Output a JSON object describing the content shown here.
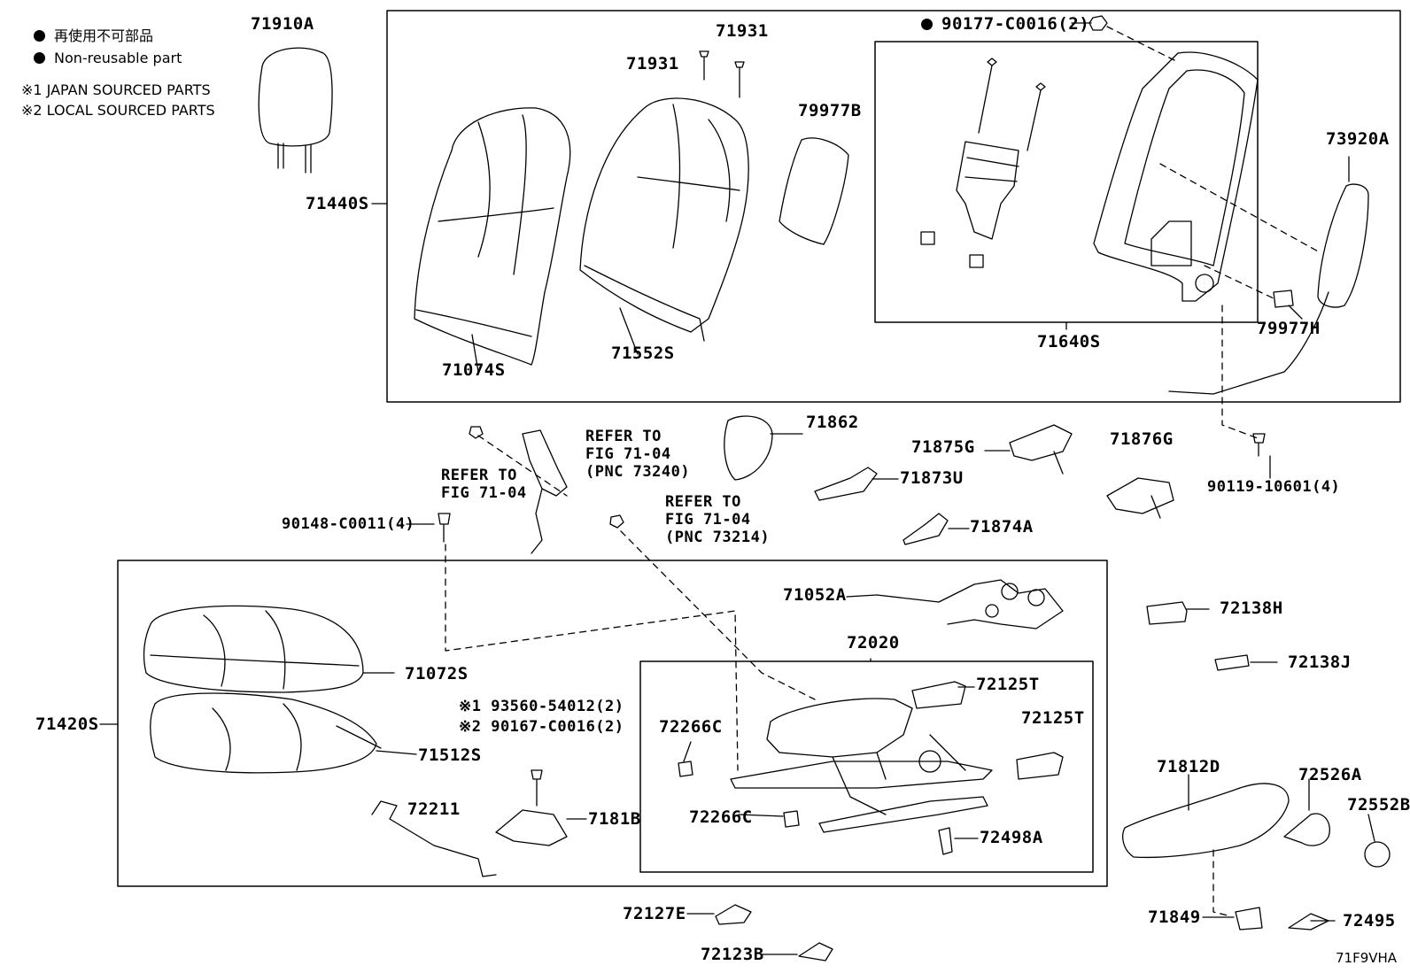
{
  "legend": {
    "jp": "再使用不可部品",
    "en": "Non-reusable part",
    "note1": "※1 JAPAN SOURCED PARTS",
    "note2": "※2 LOCAL SOURCED PARTS"
  },
  "parts": {
    "p71910A": "71910A",
    "p71440S": "71440S",
    "p71931a": "71931",
    "p71931b": "71931",
    "p79977B": "79977B",
    "p90177": "90177-C0016(2)",
    "p73920A": "73920A",
    "p71074S": "71074S",
    "p71552S": "71552S",
    "p71640S": "71640S",
    "p79977H": "79977H",
    "p71862": "71862",
    "p71875G": "71875G",
    "p71876G": "71876G",
    "p71873U": "71873U",
    "p71874A": "71874A",
    "p90119": "90119-10601(4)",
    "p90148": "90148-C0011(4)",
    "p71052A": "71052A",
    "p72020": "72020",
    "p72125T1": "72125T",
    "p72125T2": "72125T",
    "p72266C1": "72266C",
    "p72266C2": "72266C",
    "p72498A": "72498A",
    "p71072S": "71072S",
    "p71420S": "71420S",
    "p71512S": "71512S",
    "p93560": "※1 93560-54012(2)",
    "p90167": "※2 90167-C0016(2)",
    "p72211": "72211",
    "p7181B": "7181B",
    "p72138H": "72138H",
    "p72138J": "72138J",
    "p71812D": "71812D",
    "p72526A": "72526A",
    "p72552B": "72552B",
    "p71849": "71849",
    "p72495": "72495",
    "p72127E": "72127E",
    "p72123B": "72123B"
  },
  "refs": {
    "r1a": "REFER TO",
    "r1b": "FIG 71-04",
    "r1c": "(PNC 73240)",
    "r2a": "REFER TO",
    "r2b": "FIG 71-04",
    "r3a": "REFER TO",
    "r3b": "FIG 71-04",
    "r3c": "(PNC 73214)"
  },
  "diagram_code": "71F9VHA"
}
